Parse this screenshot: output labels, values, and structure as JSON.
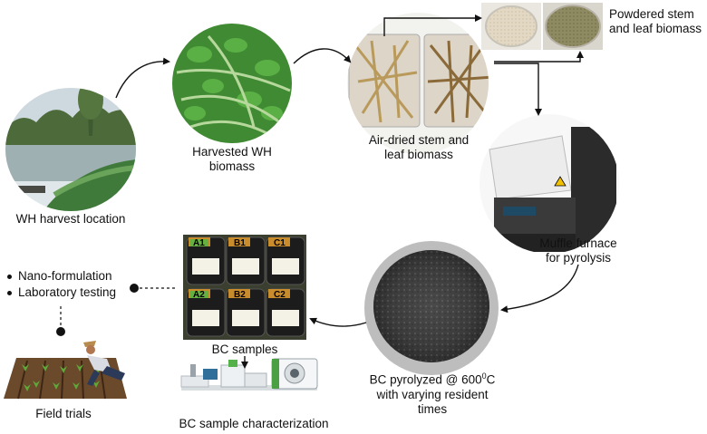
{
  "nodes": {
    "harvest_location": "WH harvest location",
    "harvested_line1": "Harvested WH",
    "harvested_line2": "biomass",
    "airdried_line1": "Air-dried stem and",
    "airdried_line2": "leaf biomass",
    "powdered_line1": "Powdered stem",
    "powdered_line2": "and leaf biomass",
    "furnace_line1": "Muffle furnace",
    "furnace_line2": "for pyrolysis",
    "bc_line1": "BC pyrolyzed @ 600",
    "bc_sup": "0",
    "bc_line1_end": "C",
    "bc_line2": "with varying resident",
    "bc_line3": "times",
    "samples": "BC samples",
    "characterization": "BC sample characterization",
    "field_trials": "Field trials"
  },
  "bullets": [
    "Nano-formulation",
    "Laboratory testing"
  ],
  "jar_labels": [
    "A1",
    "B1",
    "C1",
    "A2",
    "B2",
    "C2"
  ]
}
